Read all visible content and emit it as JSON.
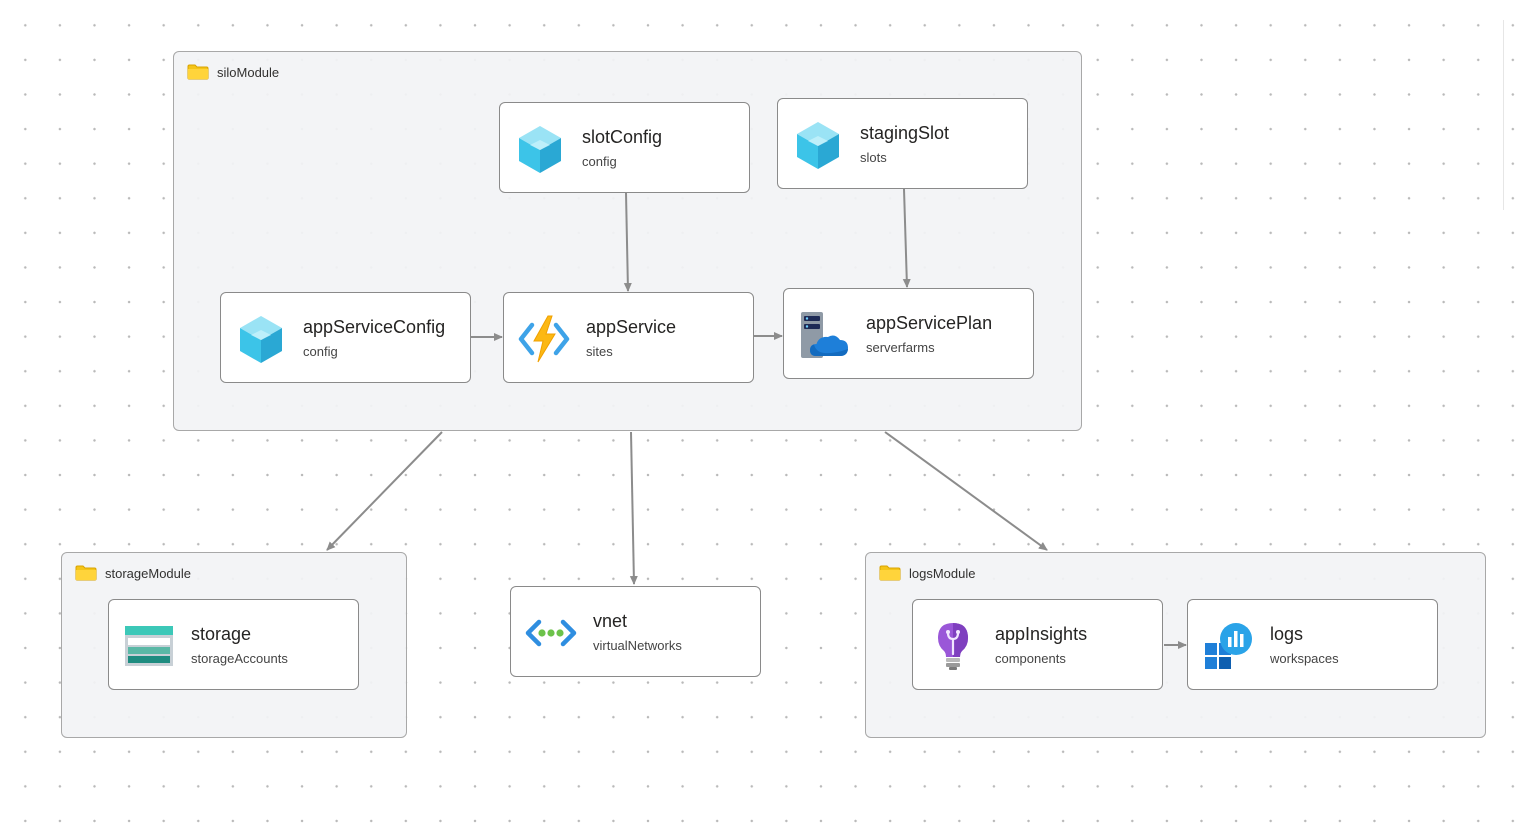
{
  "modules": {
    "silo": {
      "label": "siloModule"
    },
    "storage": {
      "label": "storageModule"
    },
    "logs": {
      "label": "logsModule"
    }
  },
  "nodes": {
    "slotConfig": {
      "title": "slotConfig",
      "type": "config",
      "icon": "config-cube-icon"
    },
    "stagingSlot": {
      "title": "stagingSlot",
      "type": "slots",
      "icon": "slot-cube-icon"
    },
    "appServiceConfig": {
      "title": "appServiceConfig",
      "type": "config",
      "icon": "config-cube-icon"
    },
    "appService": {
      "title": "appService",
      "type": "sites",
      "icon": "function-app-icon"
    },
    "appServicePlan": {
      "title": "appServicePlan",
      "type": "serverfarms",
      "icon": "app-service-plan-icon"
    },
    "storage": {
      "title": "storage",
      "type": "storageAccounts",
      "icon": "storage-account-icon"
    },
    "vnet": {
      "title": "vnet",
      "type": "virtualNetworks",
      "icon": "virtual-network-icon"
    },
    "appInsights": {
      "title": "appInsights",
      "type": "components",
      "icon": "lightbulb-icon"
    },
    "logs": {
      "title": "logs",
      "type": "workspaces",
      "icon": "log-analytics-icon"
    }
  },
  "edges": [
    {
      "from": "slotConfig",
      "to": "appService"
    },
    {
      "from": "stagingSlot",
      "to": "appServicePlan"
    },
    {
      "from": "appServiceConfig",
      "to": "appService"
    },
    {
      "from": "appService",
      "to": "appServicePlan"
    },
    {
      "from": "siloModule",
      "to": "storageModule"
    },
    {
      "from": "siloModule",
      "to": "vnet"
    },
    {
      "from": "siloModule",
      "to": "logsModule"
    },
    {
      "from": "appInsights",
      "to": "logs"
    }
  ],
  "colors": {
    "folder": "#f5c518",
    "cube": "#50c7e8",
    "edge": "#8c8c8c",
    "module_bg": "#f2f3f5"
  }
}
